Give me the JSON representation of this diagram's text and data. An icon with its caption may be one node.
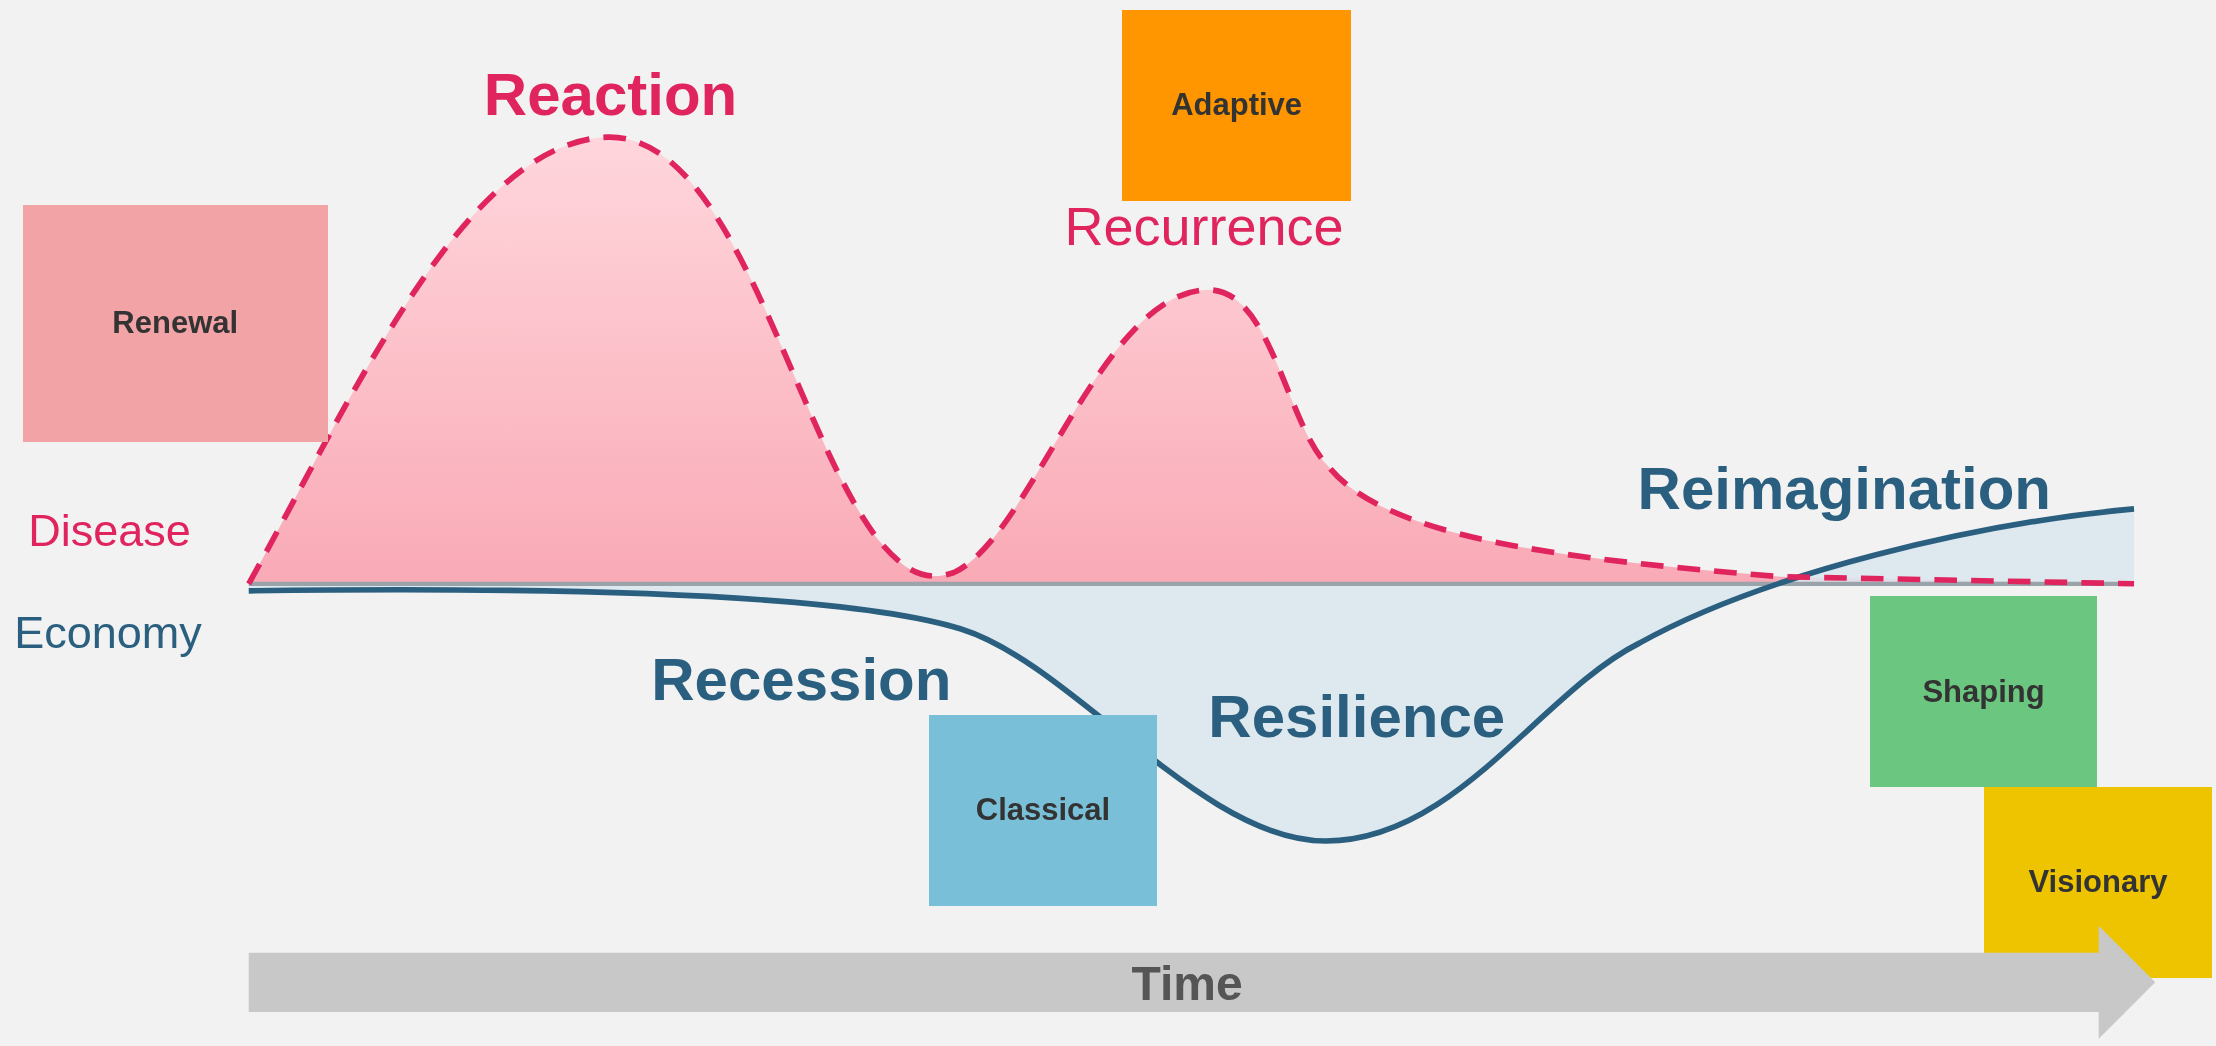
{
  "diagram": {
    "nodes": [
      {
        "text": [
          "Adaptive"
        ]
      },
      {
        "text": [
          "Renewal"
        ]
      },
      {
        "text": [
          "Shaping"
        ]
      },
      {
        "text": [
          "Classical"
        ]
      },
      {
        "text": [
          "Visionary"
        ]
      }
    ],
    "labels": [
      "Reaction",
      "Recurrence",
      "Disease",
      "Reimagination",
      "Economy",
      "Recession",
      "Resilience",
      "Time"
    ]
  }
}
